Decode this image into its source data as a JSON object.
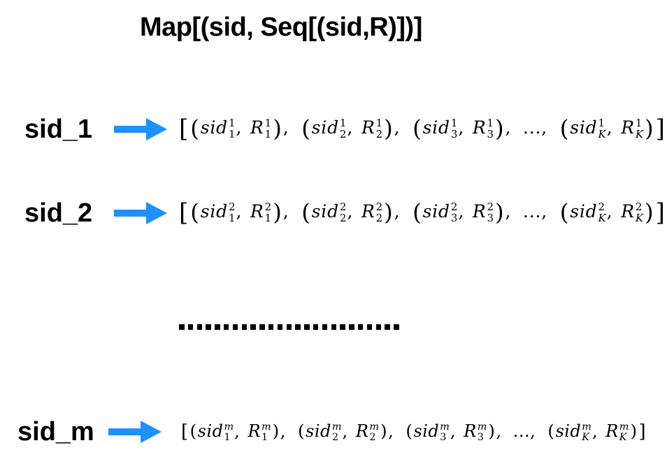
{
  "title": "Map[(sid, Seq[(sid,R)])]",
  "math": {
    "pair": [
      "sid",
      "R"
    ],
    "ellipsis": "..., ",
    "comma": ", ",
    "open_bracket": "[",
    "close_bracket": "]",
    "open_paren": "(",
    "close_paren": ")"
  },
  "rows": [
    {
      "key": "sid_1",
      "sup": "1",
      "subs": [
        "1",
        "2",
        "3",
        "K"
      ],
      "big_parens": true
    },
    {
      "key": "sid_2",
      "sup": "2",
      "subs": [
        "1",
        "2",
        "3",
        "K"
      ],
      "big_parens": true
    },
    {
      "key": "sid_m",
      "sup": "m",
      "subs": [
        "1",
        "2",
        "3",
        "K"
      ],
      "big_parens": false
    }
  ],
  "separator": {
    "dot_count": 25
  },
  "colors": {
    "arrow": "#1E90FF",
    "text": "#000000",
    "background": "#FFFFFF"
  }
}
